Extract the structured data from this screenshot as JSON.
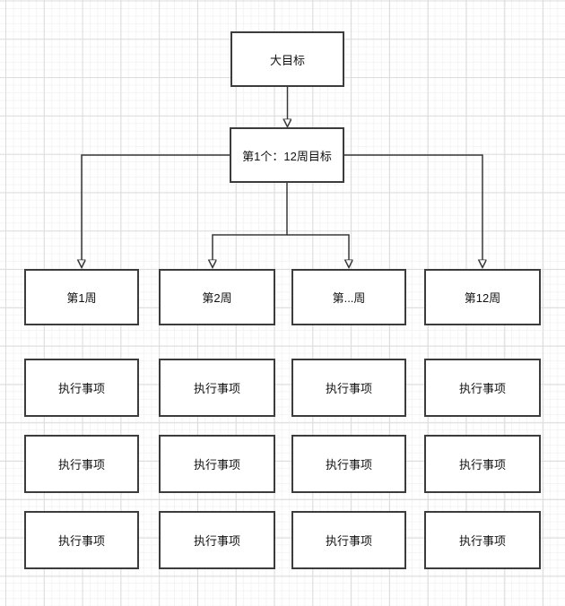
{
  "diagram": {
    "nodes": {
      "main_goal": {
        "label": "大目标"
      },
      "cycle_goal": {
        "label": "第1个：12周目标"
      }
    },
    "week_nodes": [
      {
        "label": "第1周"
      },
      {
        "label": "第2周"
      },
      {
        "label": "第...周"
      },
      {
        "label": "第12周"
      }
    ],
    "task_rows": [
      [
        "执行事项",
        "执行事项",
        "执行事项",
        "执行事项"
      ],
      [
        "执行事项",
        "执行事项",
        "执行事项",
        "执行事项"
      ],
      [
        "执行事项",
        "执行事项",
        "执行事项",
        "执行事项"
      ]
    ],
    "colors": {
      "node_fill": "#ffffff",
      "node_border": "#3c3c3c",
      "edge": "#383838",
      "text": "#111111",
      "grid_minor": "#f4f4f4",
      "grid_major": "#dcdcdc",
      "canvas_background": "#ffffff"
    }
  }
}
